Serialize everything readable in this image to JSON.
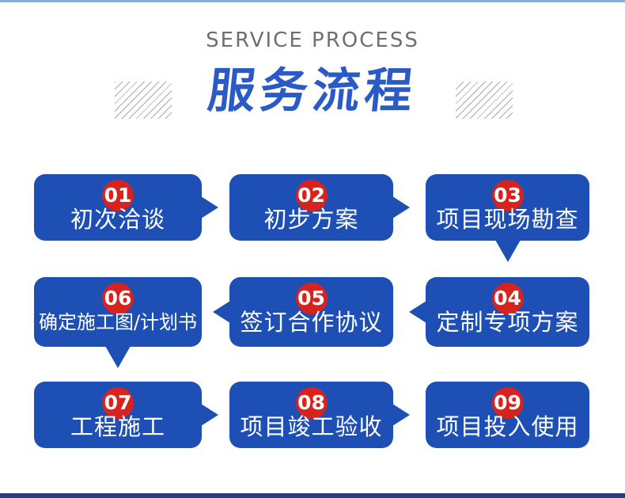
{
  "header": {
    "subtitle": "SERVICE PROCESS",
    "title": "服务流程"
  },
  "colors": {
    "box_blue": "#1d4fb5",
    "title_blue": "#2a5ac6",
    "badge_red": "#d6231e",
    "subtitle_gray": "#6f6f6f",
    "top_strip": "#8fabd8",
    "bottom_strip": "#1e3f86"
  },
  "steps": [
    {
      "number": "01",
      "label": "初次洽谈",
      "arrow": "right"
    },
    {
      "number": "02",
      "label": "初步方案",
      "arrow": "right"
    },
    {
      "number": "03",
      "label": "项目现场勘查",
      "arrow": "down"
    },
    {
      "number": "06",
      "label": "确定施工图/计划书",
      "arrow": "down"
    },
    {
      "number": "05",
      "label": "签订合作协议",
      "arrow": "left"
    },
    {
      "number": "04",
      "label": "定制专项方案",
      "arrow": "left"
    },
    {
      "number": "07",
      "label": "工程施工",
      "arrow": "right"
    },
    {
      "number": "08",
      "label": "项目竣工验收",
      "arrow": "right"
    },
    {
      "number": "09",
      "label": "项目投入使用",
      "arrow": "none"
    }
  ]
}
